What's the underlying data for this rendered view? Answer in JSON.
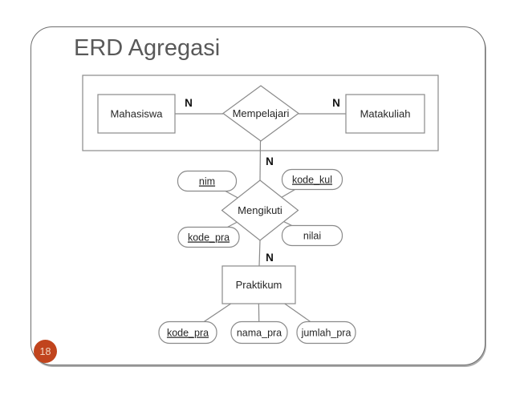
{
  "slide": {
    "title": "ERD Agregasi",
    "page_number": "18"
  },
  "diagram": {
    "type": "er-aggregation-diagram",
    "entities": {
      "mahasiswa": "Mahasiswa",
      "matakuliah": "Matakuliah",
      "praktikum": "Praktikum"
    },
    "relationships": {
      "mempelajari": "Mempelajari",
      "mengikuti": "Mengikuti"
    },
    "cardinalities": {
      "mahasiswa_side": "N",
      "matakuliah_side": "N",
      "aggregation_to_mengikuti": "N",
      "mengikuti_to_praktikum": "N"
    },
    "mengikuti_attributes": {
      "nim": "nim",
      "kode_kul": "kode_kul",
      "kode_pra": "kode_pra",
      "nilai": "nilai"
    },
    "praktikum_attributes": {
      "kode_pra": "kode_pra",
      "nama_pra": "nama_pra",
      "jumlah_pra": "jumlah_pra"
    },
    "key_attributes": [
      "nim",
      "kode_kul",
      "kode_pra"
    ]
  },
  "colors": {
    "accent": "#C1441D",
    "shape_stroke": "#8A8A8A",
    "title_text": "#595959",
    "frame_border": "#6E6E6E",
    "diagram_text": "#262626"
  }
}
